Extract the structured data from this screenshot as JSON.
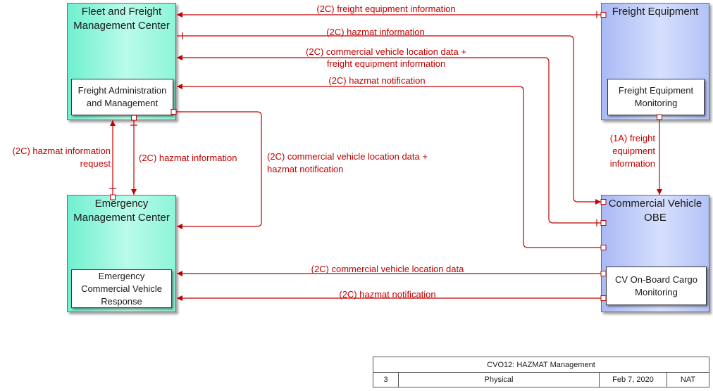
{
  "nodes": {
    "fleet": {
      "title": "Fleet and Freight\nManagement Center",
      "sub": "Freight Administration\nand Management"
    },
    "freight_equipment": {
      "title": "Freight Equipment",
      "sub": "Freight Equipment\nMonitoring"
    },
    "emergency": {
      "title": "Emergency\nManagement Center",
      "sub": "Emergency\nCommercial Vehicle\nResponse"
    },
    "cv_obe": {
      "title": "Commercial Vehicle\nOBE",
      "sub": "CV On-Board Cargo\nMonitoring"
    }
  },
  "flows": {
    "f1": "(2C) freight equipment information",
    "f2": "(2C) hazmat information",
    "f3_line1": "(2C) commercial vehicle location data +",
    "f3_line2": "freight equipment information",
    "f4": "(2C) hazmat notification",
    "f5": "(1A) freight\nequipment\ninformation",
    "f6": "(2C) hazmat information\nrequest",
    "f7": "(2C) hazmat information",
    "f8": "(2C) commercial vehicle location data +\nhazmat notification",
    "f9": "(2C) commercial vehicle location data",
    "f10": "(2C) hazmat notification"
  },
  "footer": {
    "title": "CVO12: HAZMAT Management",
    "page": "3",
    "view": "Physical",
    "date": "Feb 7, 2020",
    "region": "NAT"
  },
  "colors": {
    "flow": "#c00000",
    "teal_node": "#8df5d9",
    "blue_node": "#c4d0fa"
  }
}
